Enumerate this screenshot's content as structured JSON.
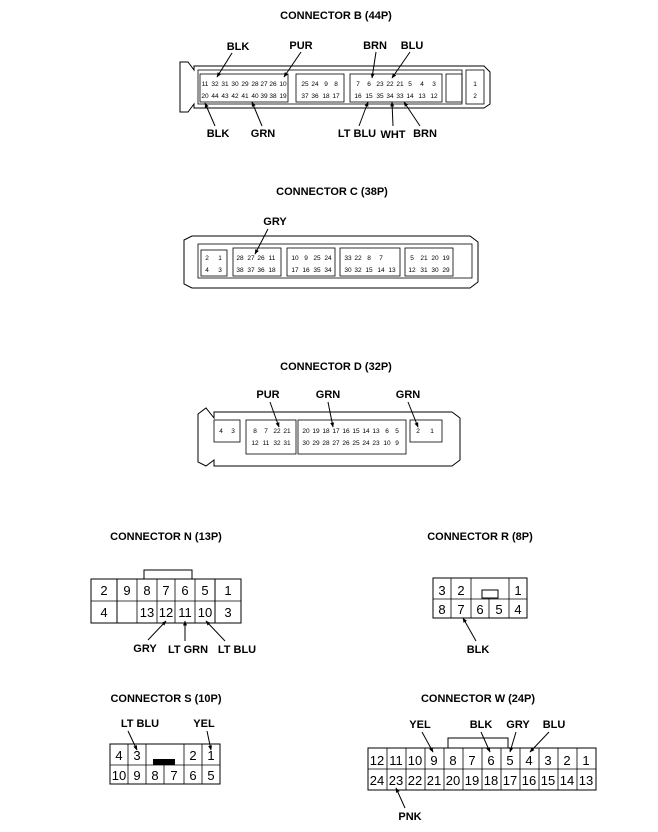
{
  "connectors": {
    "b": {
      "title": "CONNECTOR B (44P)",
      "top_labels": [
        "BLK",
        "PUR",
        "BRN",
        "BLU"
      ],
      "bottom_labels": [
        "BLK",
        "GRN",
        "LT BLU",
        "WHT",
        "BRN"
      ],
      "rows": [
        [
          "11",
          "32",
          "31",
          "30",
          "29",
          "28",
          "27",
          "26",
          "10",
          "25",
          "24",
          "9",
          "8",
          "7",
          "6",
          "23",
          "22",
          "21",
          "5",
          "4",
          "3",
          "1"
        ],
        [
          "20",
          "44",
          "43",
          "42",
          "41",
          "40",
          "39",
          "38",
          "19",
          "37",
          "36",
          "18",
          "17",
          "16",
          "15",
          "35",
          "34",
          "33",
          "14",
          "13",
          "12",
          "2"
        ]
      ]
    },
    "c": {
      "title": "CONNECTOR C (38P)",
      "top_labels": [
        "GRY"
      ],
      "rows": [
        [
          "2",
          "1",
          "28",
          "27",
          "26",
          "11",
          "10",
          "9",
          "25",
          "24",
          "33",
          "22",
          "8",
          "7",
          "5",
          "21",
          "20",
          "19"
        ],
        [
          "4",
          "3",
          "38",
          "37",
          "36",
          "18",
          "17",
          "16",
          "35",
          "34",
          "30",
          "32",
          "15",
          "14",
          "13",
          "12",
          "31",
          "30",
          "29"
        ]
      ]
    },
    "d": {
      "title": "CONNECTOR D (32P)",
      "top_labels": [
        "PUR",
        "GRN",
        "GRN"
      ],
      "rows": [
        [
          "4",
          "3",
          "8",
          "7",
          "22",
          "21",
          "20",
          "19",
          "18",
          "17",
          "16",
          "15",
          "14",
          "13",
          "6",
          "5",
          "2",
          "1"
        ],
        [
          "12",
          "11",
          "32",
          "31",
          "30",
          "29",
          "28",
          "27",
          "26",
          "25",
          "24",
          "23",
          "10",
          "9"
        ]
      ]
    },
    "n": {
      "title": "CONNECTOR N (13P)",
      "bottom_labels": [
        "GRY",
        "LT GRN",
        "LT BLU"
      ],
      "rows": [
        [
          "2",
          "9",
          "8",
          "7",
          "6",
          "5",
          "1"
        ],
        [
          "4",
          "13",
          "12",
          "11",
          "10",
          "3"
        ]
      ]
    },
    "r": {
      "title": "CONNECTOR R (8P)",
      "bottom_labels": [
        "BLK"
      ],
      "rows": [
        [
          "3",
          "2",
          "1"
        ],
        [
          "8",
          "7",
          "6",
          "5",
          "4"
        ]
      ]
    },
    "s": {
      "title": "CONNECTOR S (10P)",
      "top_labels": [
        "LT BLU",
        "YEL"
      ],
      "rows": [
        [
          "4",
          "3",
          "2",
          "1"
        ],
        [
          "10",
          "9",
          "8",
          "7",
          "6",
          "5"
        ]
      ]
    },
    "w": {
      "title": "CONNECTOR W (24P)",
      "top_labels": [
        "YEL",
        "BLK",
        "GRY",
        "BLU"
      ],
      "bottom_labels": [
        "PNK"
      ],
      "rows": [
        [
          "12",
          "11",
          "10",
          "9",
          "8",
          "7",
          "6",
          "5",
          "4",
          "3",
          "2",
          "1"
        ],
        [
          "24",
          "23",
          "22",
          "21",
          "20",
          "19",
          "18",
          "17",
          "16",
          "15",
          "14",
          "13"
        ]
      ]
    }
  }
}
